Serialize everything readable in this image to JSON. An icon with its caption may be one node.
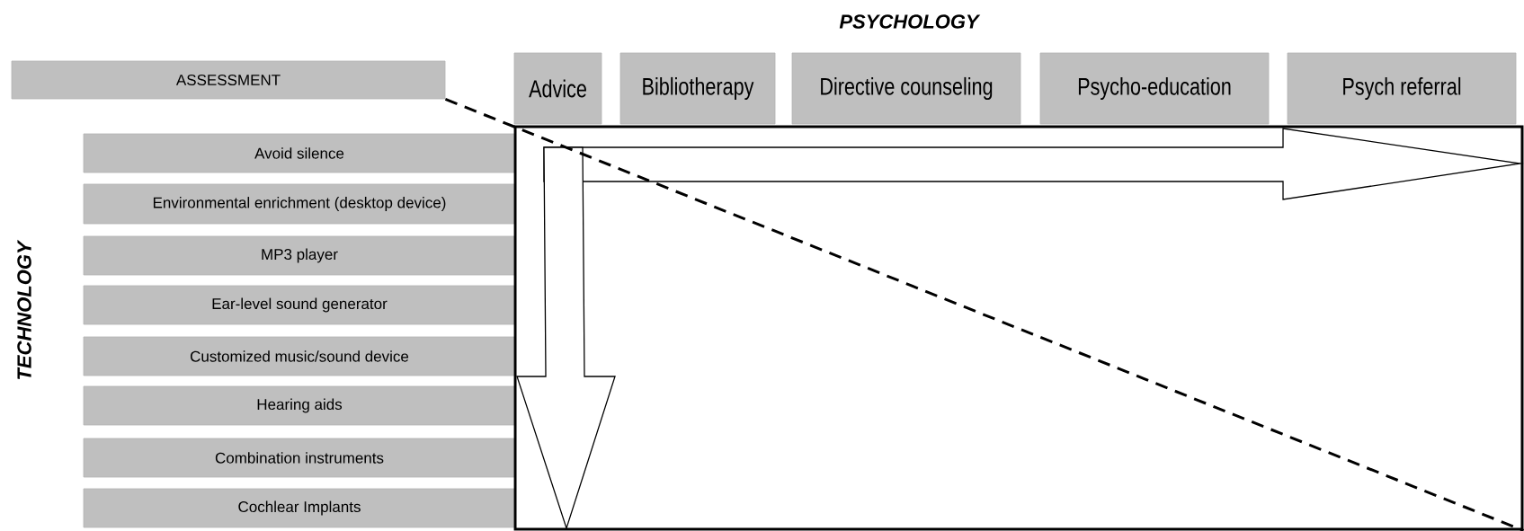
{
  "diagram": {
    "nodes": [
      {
        "text": [
          "ASSESSMENT"
        ]
      },
      {
        "text": [
          "Advice"
        ]
      },
      {
        "text": [
          "Bibliotherapy"
        ]
      },
      {
        "text": [
          "Directive counseling"
        ]
      },
      {
        "text": [
          "Psycho-education"
        ]
      },
      {
        "text": [
          "Psych referral"
        ]
      },
      {
        "text": [
          "Avoid silence"
        ]
      },
      {
        "text": [
          "Environmental enrichment (desktop device)"
        ]
      },
      {
        "text": [
          "MP3 player"
        ]
      },
      {
        "text": [
          "Ear-level sound generator"
        ]
      },
      {
        "text": [
          "Customized music/sound device"
        ]
      },
      {
        "text": [
          "Hearing aids"
        ]
      },
      {
        "text": [
          "Combination instruments"
        ]
      },
      {
        "text": [
          "Cochlear Implants"
        ]
      },
      {
        "text": [],
        "shape": "box"
      }
    ],
    "edges": [
      {
        "from": 0,
        "to": 14,
        "arrow": "none",
        "style": "dashed"
      }
    ],
    "labels": [
      "PSYCHOLOGY",
      "TECHNOLOGY"
    ]
  }
}
